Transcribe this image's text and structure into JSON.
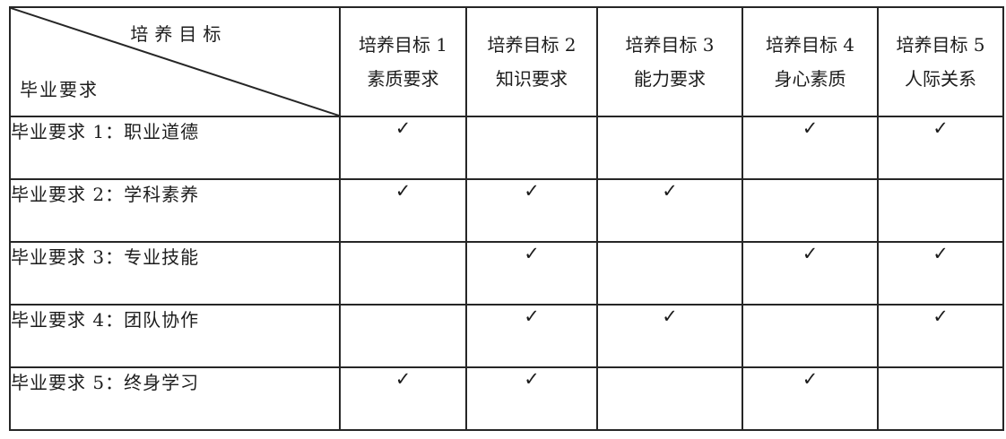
{
  "table": {
    "corner": {
      "top_label": "培养目标",
      "bottom_label": "毕业要求"
    },
    "columns": [
      {
        "line1": "培养目标 1",
        "line2": "素质要求"
      },
      {
        "line1": "培养目标 2",
        "line2": "知识要求"
      },
      {
        "line1": "培养目标 3",
        "line2": "能力要求"
      },
      {
        "line1": "培养目标 4",
        "line2": "身心素质"
      },
      {
        "line1": "培养目标 5",
        "line2": "人际关系"
      }
    ],
    "rows": [
      {
        "label": "毕业要求 1：职业道德",
        "marks": [
          "✓",
          "",
          "",
          "✓",
          "✓"
        ]
      },
      {
        "label": "毕业要求 2：学科素养",
        "marks": [
          "✓",
          "✓",
          "✓",
          "",
          ""
        ]
      },
      {
        "label": "毕业要求 3：专业技能",
        "marks": [
          "",
          "✓",
          "",
          "✓",
          "✓"
        ]
      },
      {
        "label": "毕业要求 4：团队协作",
        "marks": [
          "",
          "✓",
          "✓",
          "",
          "✓"
        ]
      },
      {
        "label": "毕业要求 5：终身学习",
        "marks": [
          "✓",
          "✓",
          "",
          "✓",
          ""
        ]
      }
    ],
    "colors": {
      "border": "#262626",
      "background": "#ffffff",
      "text": "#1c1c1c"
    }
  }
}
